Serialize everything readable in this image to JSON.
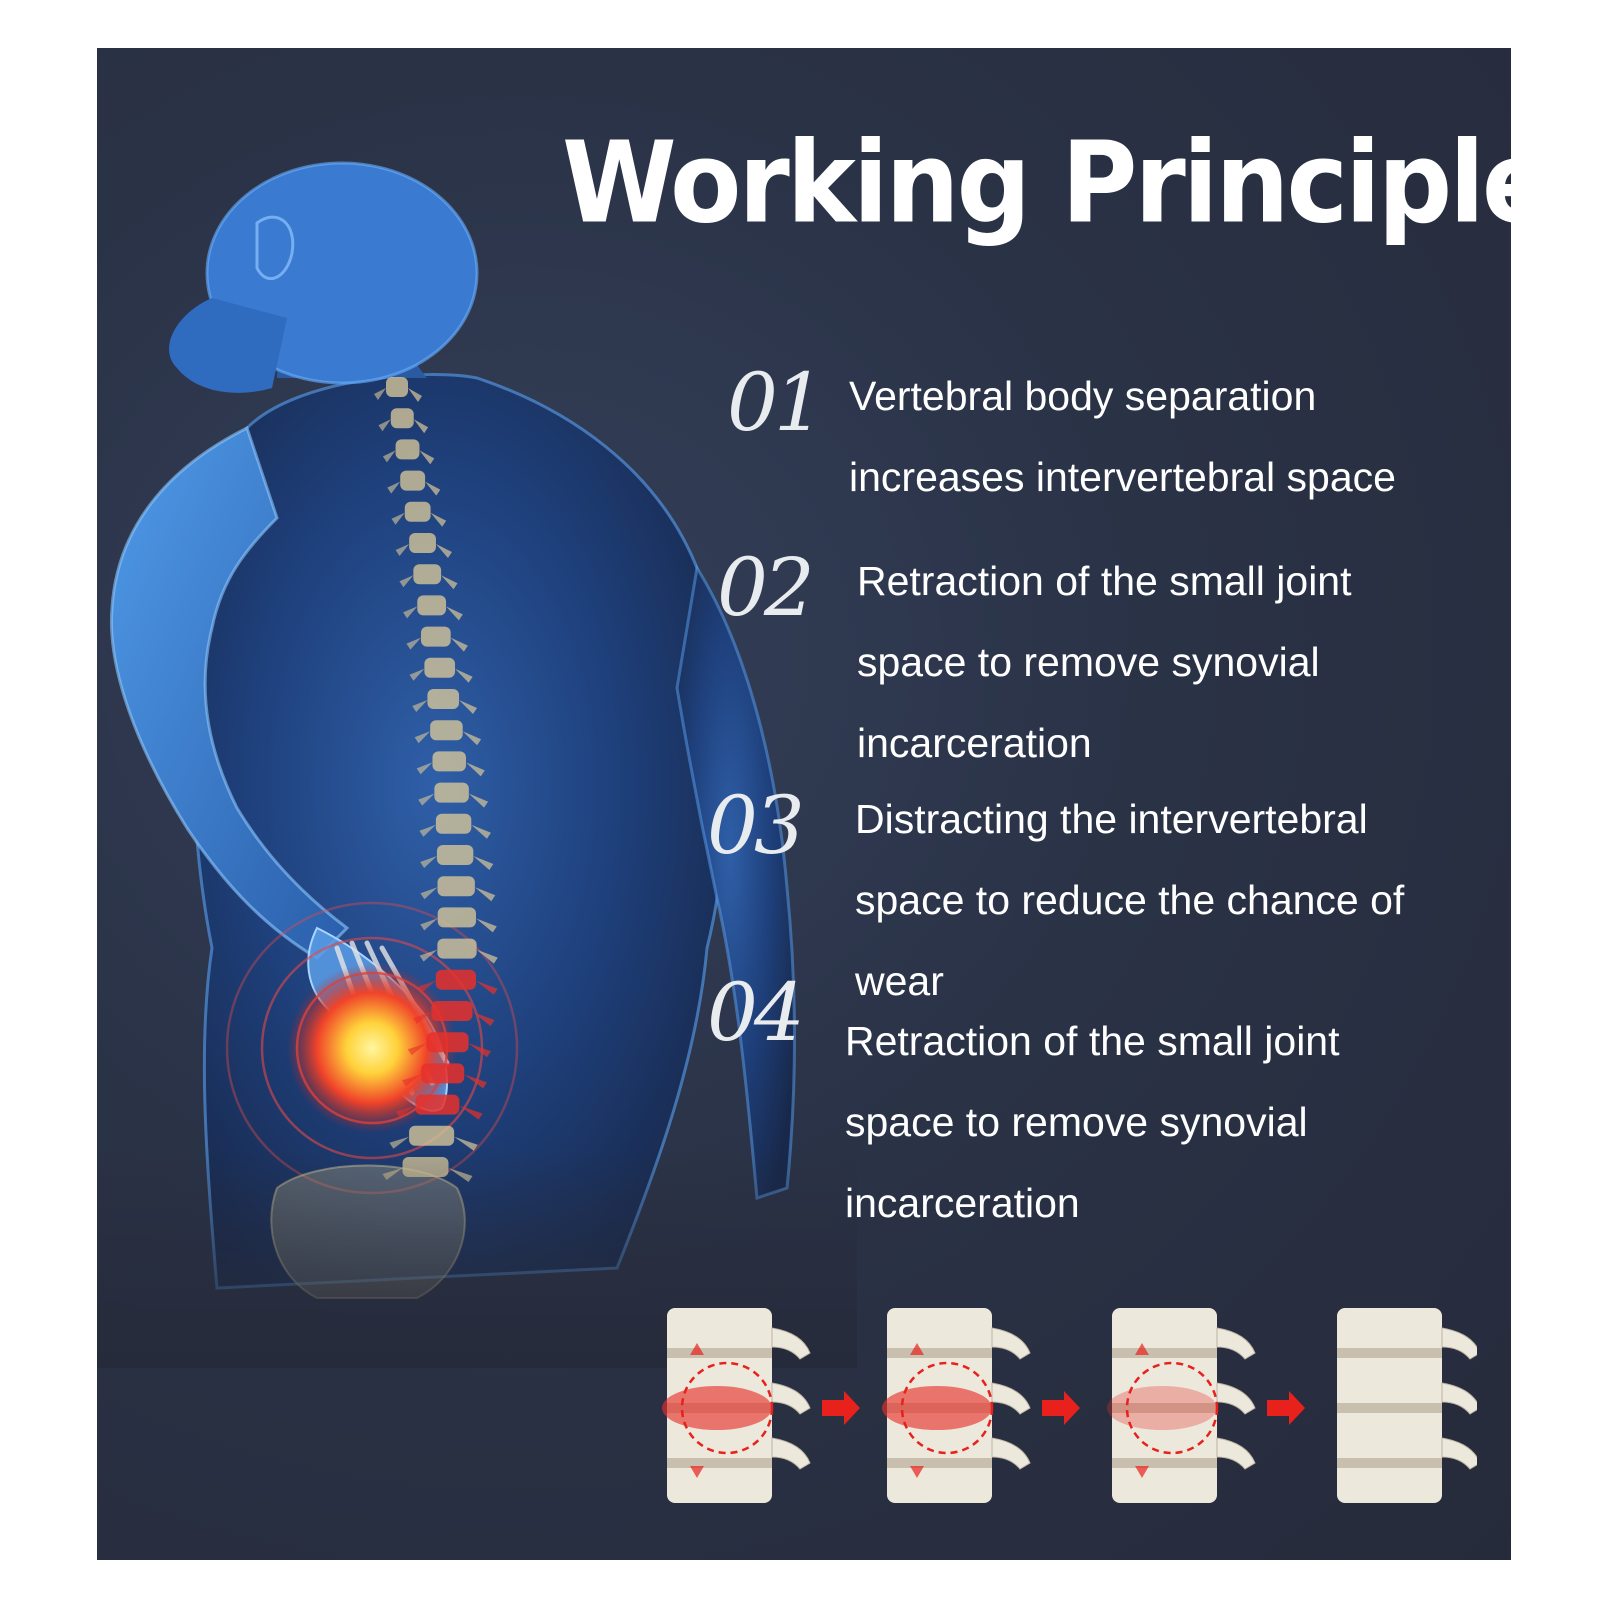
{
  "title": "Working Principle",
  "steps": [
    {
      "number": "01",
      "text": "Vertebral body separation increases intervertebral space"
    },
    {
      "number": "02",
      "text": "Retraction of the small joint space to remove synovial incarceration"
    },
    {
      "number": "03",
      "text": "Distracting the intervertebral space to reduce the chance of wear"
    },
    {
      "number": "04",
      "text": "Retraction of the small joint space to remove synovial incarceration"
    }
  ],
  "colors": {
    "background": "#2a3246",
    "body_blue": "#3d7fd8",
    "spine": "#d8c89a",
    "pain_red": "#e8302a",
    "pain_yellow": "#ffe14a",
    "arrow_red": "#e8211c",
    "bone": "#ede8dc"
  }
}
